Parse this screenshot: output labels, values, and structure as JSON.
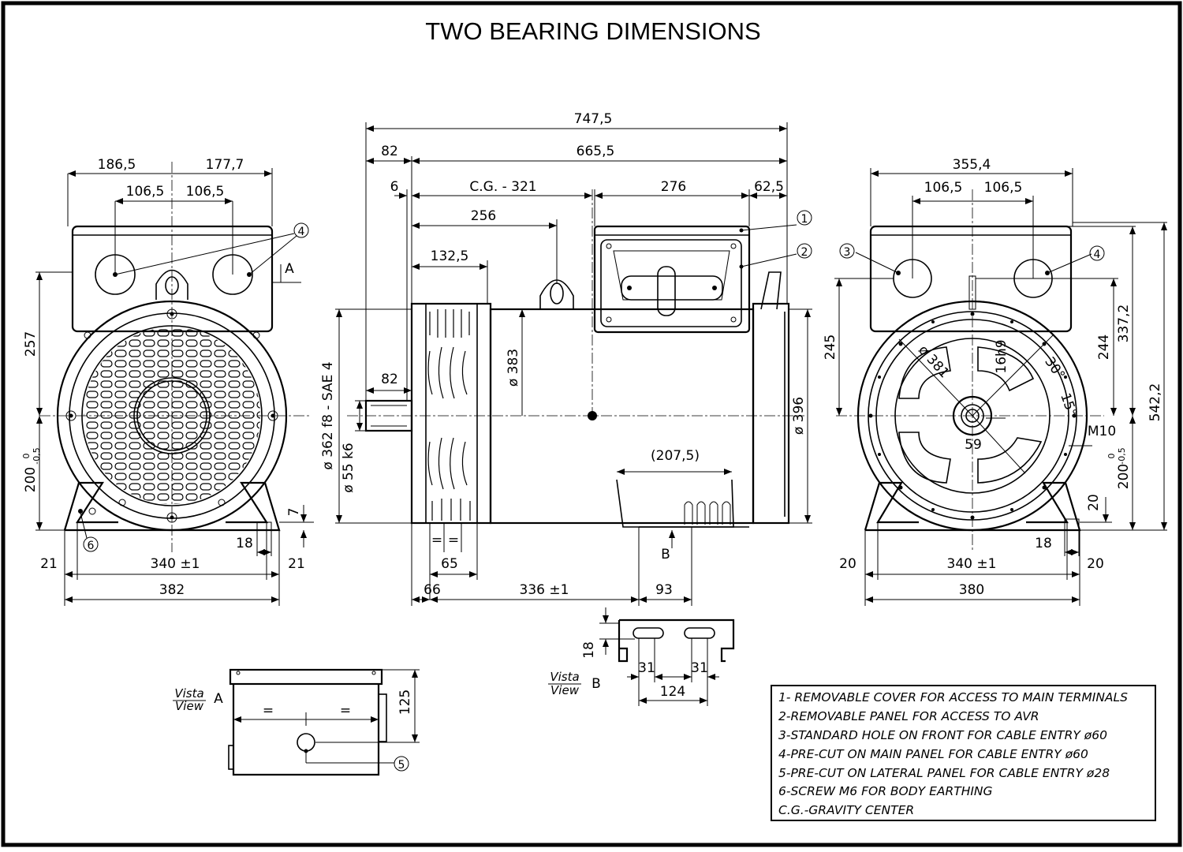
{
  "title": "TWO BEARING DIMENSIONS",
  "dims": {
    "overall_length": "747,5",
    "shaft_ext": "82",
    "body_length": "665,5",
    "offset_6": "6",
    "cg": "C.G. -  321",
    "box_276": "276",
    "box_62": "62,5",
    "d256": "256",
    "d132": "132,5",
    "d383": "ø 383",
    "d396": "ø 396",
    "d362": "ø 362  f8  - SAE  4",
    "d55": "ø 55  k6",
    "shaft82": "82",
    "foot207": "(207,5)",
    "d66": "66",
    "d336": "336 ±1",
    "d93": "93",
    "d65": "65",
    "eq": "=",
    "d18b": "18",
    "d31a": "31",
    "d31b": "31",
    "d124": "124",
    "left_186": "186,5",
    "left_177": "177,7",
    "left_106a": "106,5",
    "left_106b": "106,5",
    "left_257": "257",
    "left_200": "200",
    "tol_up": "0",
    "tol_dn": "-0,5",
    "left_7": "7",
    "left_18": "18",
    "left_21a": "21",
    "left_340": "340 ±1",
    "left_21b": "21",
    "left_382": "382",
    "letter_a": "A",
    "right_355": "355,4",
    "right_106a": "106,5",
    "right_106b": "106,5",
    "right_245": "245",
    "right_244": "244",
    "right_337": "337,2",
    "right_542": "542,2",
    "right_200": "200",
    "right_381": "ø 381",
    "right_16h9": "16h9",
    "right_30": "30°",
    "right_15": "15°",
    "right_m10": "M10",
    "right_59": "59",
    "right_20v": "20",
    "right_18": "18",
    "right_20a": "20",
    "right_340": "340 ±1",
    "right_20b": "20",
    "right_380": "380",
    "letter_b": "B",
    "view_125": "125"
  },
  "callouts": [
    "1",
    "2",
    "3",
    "4",
    "5",
    "6"
  ],
  "vista_a": {
    "vista": "Vista",
    "view": "View",
    "letter": "A"
  },
  "vista_b": {
    "vista": "Vista",
    "view": "View",
    "letter": "B"
  },
  "legend": [
    "1- REMOVABLE COVER  FOR ACCESS TO MAIN TERMINALS",
    "2-REMOVABLE PANEL FOR ACCESS TO AVR",
    "3-STANDARD HOLE ON FRONT FOR CABLE ENTRY ø60",
    "4-PRE-CUT ON MAIN PANEL FOR CABLE ENTRY ø60",
    "5-PRE-CUT ON LATERAL PANEL FOR CABLE ENTRY ø28",
    "6-SCREW M6 FOR BODY EARTHING",
    "C.G.-GRAVITY CENTER"
  ]
}
